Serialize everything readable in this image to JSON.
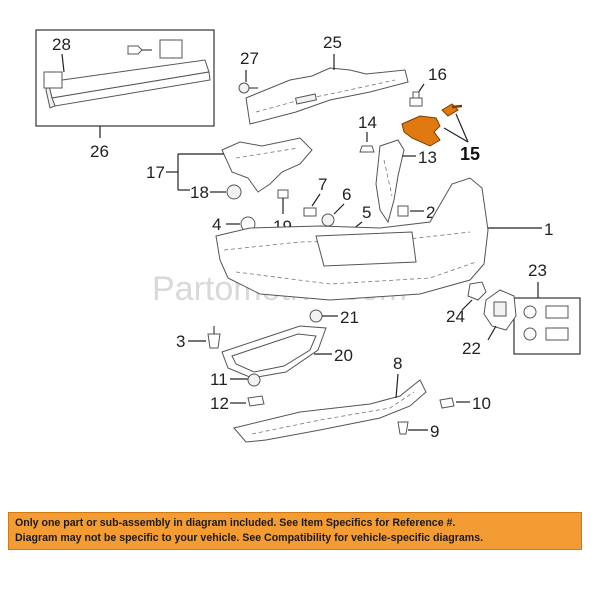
{
  "watermark": "Partomotive.com",
  "highlight_color": "#e07a10",
  "banner_color": "#f39c33",
  "parts": {
    "p1": "1",
    "p2": "2",
    "p3": "3",
    "p4": "4",
    "p5": "5",
    "p6": "6",
    "p7": "7",
    "p8": "8",
    "p9": "9",
    "p10": "10",
    "p11": "11",
    "p12": "12",
    "p13": "13",
    "p14": "14",
    "p15": "15",
    "p16": "16",
    "p17": "17",
    "p18": "18",
    "p19": "19",
    "p20": "20",
    "p21": "21",
    "p22": "22",
    "p23": "23",
    "p24": "24",
    "p25": "25",
    "p26": "26",
    "p27": "27",
    "p28": "28"
  },
  "disclaimer": {
    "line1": "Only one part or sub-assembly in diagram included. See Item Specifics for Reference #.",
    "line2": "Diagram may not be specific to your vehicle. See Compatibility for vehicle-specific diagrams."
  }
}
